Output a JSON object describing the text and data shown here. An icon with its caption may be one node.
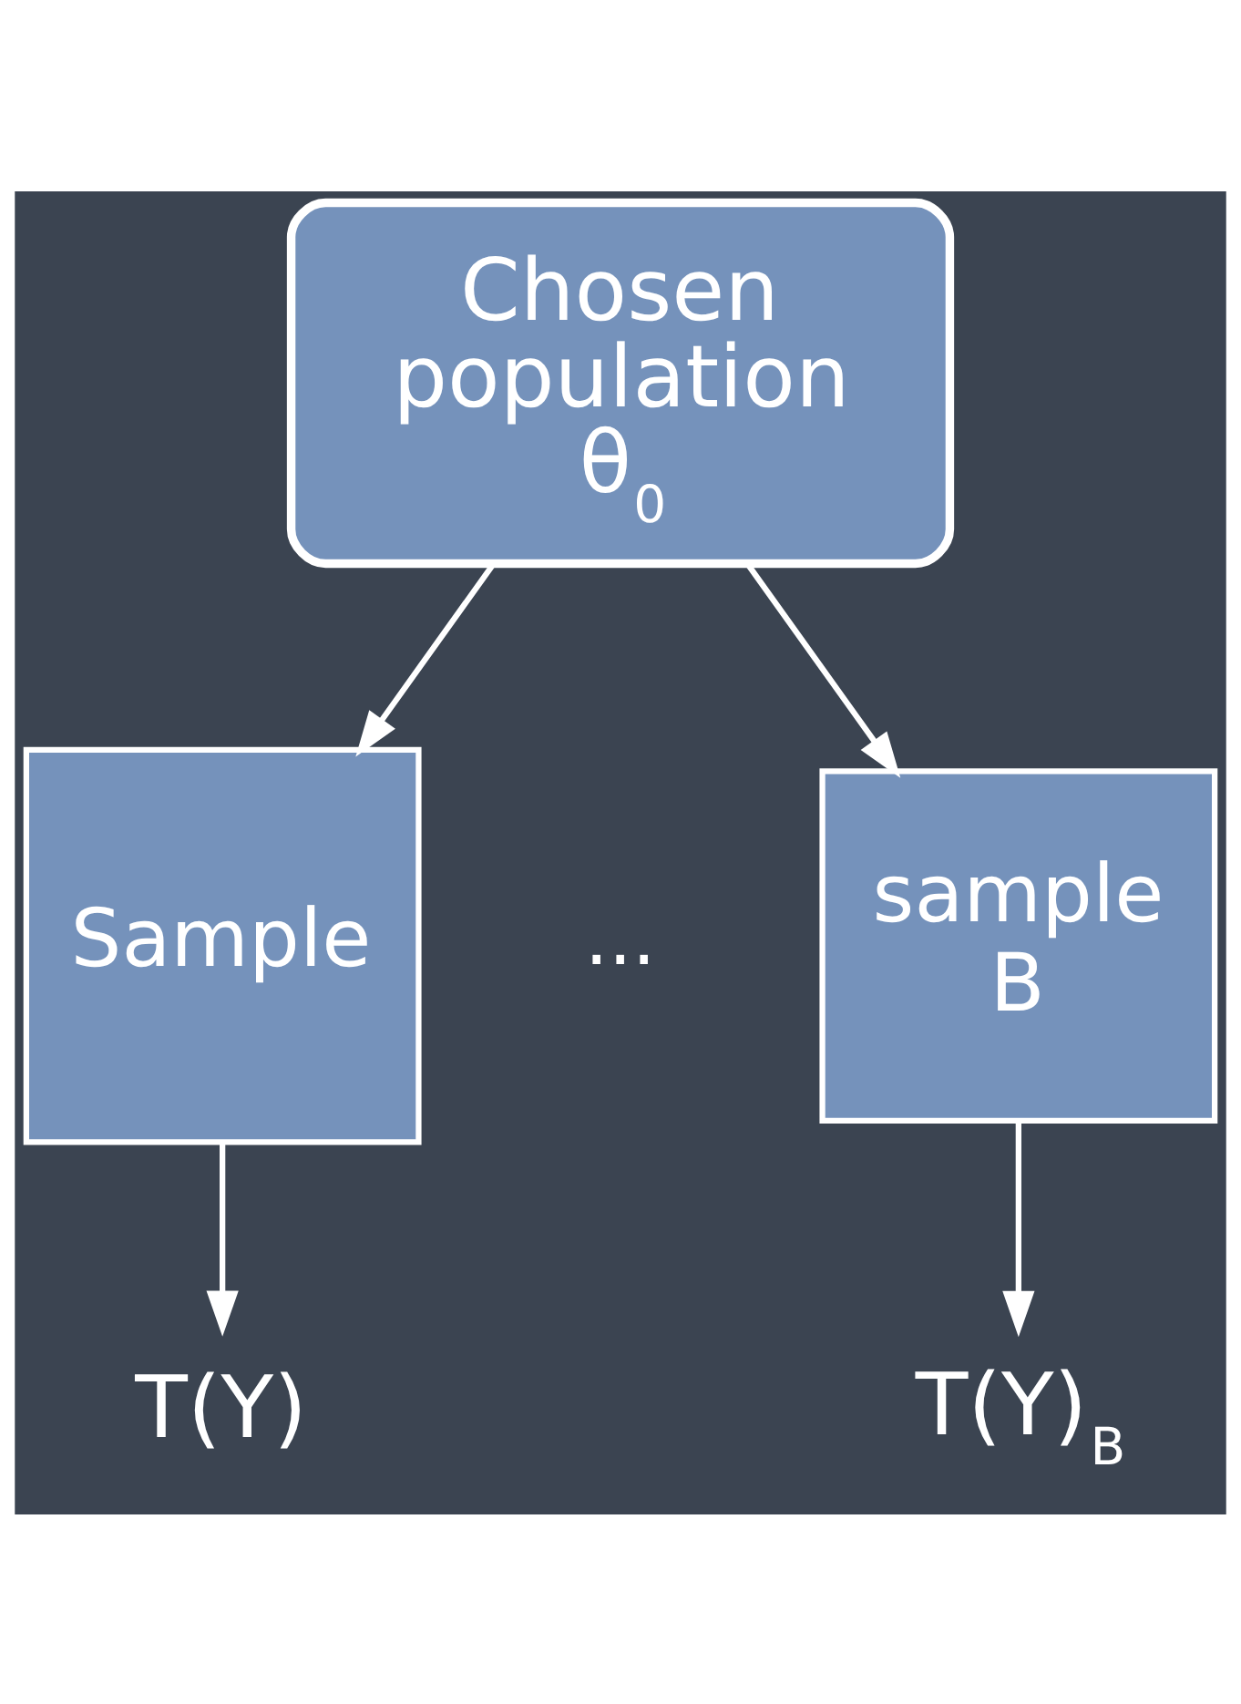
{
  "diagram": {
    "nodes": [
      {
        "text": [
          "Chosen population θ$_{0}$"
        ]
      },
      {
        "text": [
          "Sample"
        ]
      },
      {
        "text": [
          "sample B"
        ]
      },
      {
        "text": [
          "T(Y)"
        ]
      },
      {
        "text": [
          "T(Y)$_{B}$"
        ]
      }
    ],
    "edges": [
      {
        "from": 0,
        "to": 1,
        "arrow": "to"
      },
      {
        "from": 0,
        "to": 2,
        "arrow": "to"
      },
      {
        "from": 1,
        "to": 3,
        "arrow": "to"
      },
      {
        "from": 2,
        "to": 4,
        "arrow": "to"
      }
    ],
    "labels": [
      "..."
    ]
  }
}
